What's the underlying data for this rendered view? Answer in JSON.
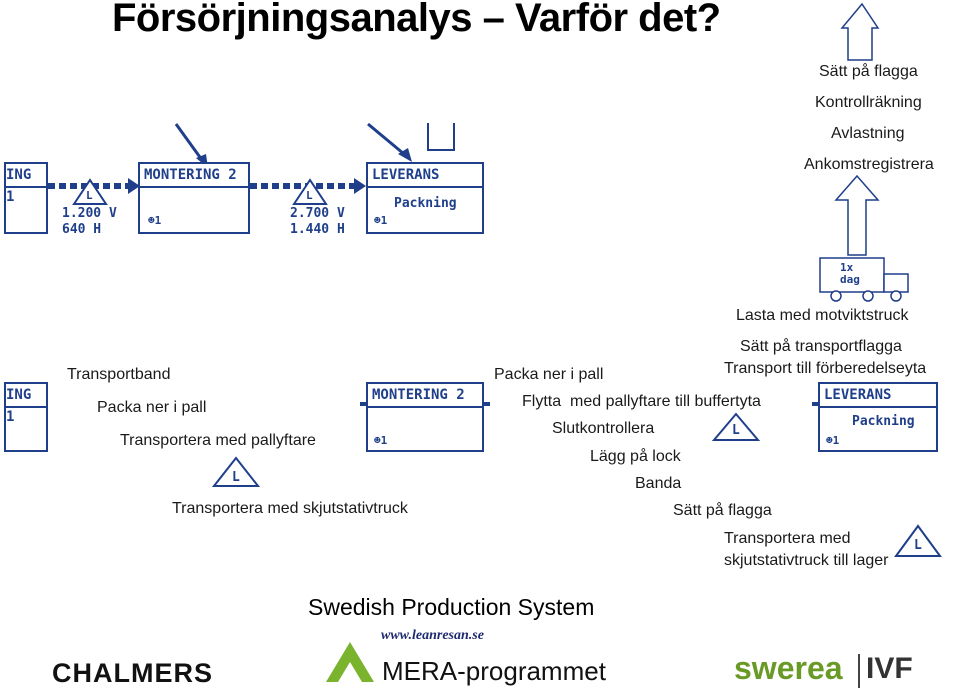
{
  "title": "Försörjningsanalys – Varför det?",
  "upper_vsm": {
    "box1_head": "ING 1",
    "box1_inventory": [
      "1.200 V",
      "640 H"
    ],
    "box2_head": "MONTERING 2",
    "box2_inventory": [
      "2.700 V",
      "1.440 H"
    ],
    "box3_head": "LEVERANS",
    "box3_sub": "Packning",
    "operator": "1",
    "triangle_letter": "L"
  },
  "right_steps": [
    "Sätt på flagga",
    "Kontrollräkning",
    "Avlastning",
    "Ankomstregistrera"
  ],
  "truck_label": "1x dag",
  "left_labels": {
    "transportband": "Transportband",
    "packa": "Packa ner i pall",
    "transportera_pall": "Transportera med pallyftare",
    "transportera_skjut": "Transportera med skjutstativtruck"
  },
  "right_labels": {
    "lasta": "Lasta med motviktstruck",
    "satt_transport": "Sätt på transportflagga",
    "transport_till": "Transport till förberedelseyta",
    "packa": "Packa ner i pall",
    "flytta": "Flytta  med pallyftare till buffertyta",
    "slutkontroll": "Slutkontrollera",
    "lagg": "Lägg på lock",
    "banda": "Banda",
    "satt_flagga": "Sätt på flagga",
    "transportera_1": "Transportera med",
    "transportera_2": "skjutstativtruck till lager"
  },
  "lower_vsm": {
    "box1_head": "ING 1",
    "box2_head": "MONTERING 2",
    "box3_head": "LEVERANS",
    "box3_sub": "Packning",
    "operator": "1"
  },
  "footer": {
    "chalmers": "CHALMERS",
    "sps": "Swedish Production System",
    "url": "www.leanresan.se",
    "mera": "MERA-programmet",
    "swerea": "swerea",
    "ivf": "IVF"
  },
  "colors": {
    "vsm_blue": "#1f3f8a",
    "swerea_green": "#6a9a26",
    "mera_green": "#7ab32e"
  }
}
